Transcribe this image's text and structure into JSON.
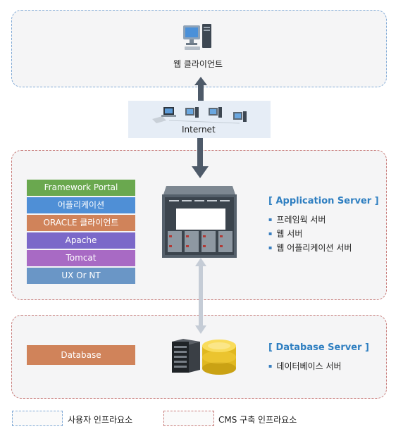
{
  "web_client": {
    "label": "웹 클라이언트"
  },
  "internet": {
    "label": "Internet"
  },
  "stack": [
    "Framework Portal",
    "어플리케이션",
    "ORACLE 클라이언트",
    "Apache",
    "Tomcat",
    "UX Or NT"
  ],
  "stack_colors": [
    "#6aa84f",
    "#4f8fd6",
    "#d0835a",
    "#7b68c9",
    "#a86ac4",
    "#6a96c6"
  ],
  "app_server": {
    "title": "[ Application Server ]",
    "items": [
      "프레임웍 서버",
      "웹 서버",
      "웹 어플리케이션 서버"
    ]
  },
  "database": {
    "label": "Database",
    "color": "#d0835a"
  },
  "db_server": {
    "title": "[ Database Server ]",
    "items": [
      "데이터베이스 서버"
    ]
  },
  "legend": {
    "user_infra": "사용자 인프라요소",
    "cms_infra": "CMS 구축 인프라요소"
  }
}
